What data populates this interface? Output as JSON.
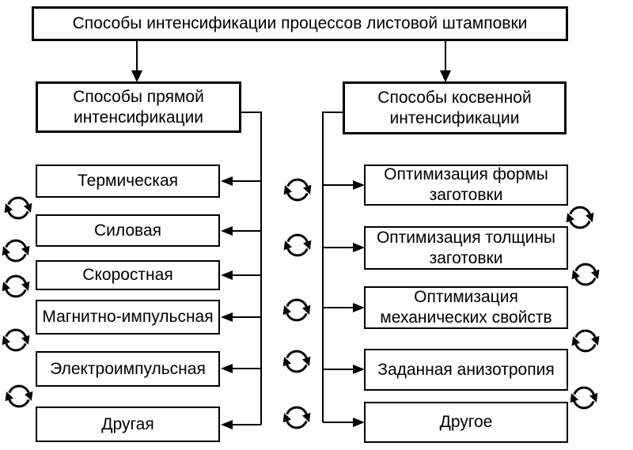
{
  "diagram": {
    "title": "Способы интенсификации процессов листовой штамповки",
    "left_branch": {
      "header": "Способы прямой интенсификации",
      "items": [
        "Термическая",
        "Силовая",
        "Скоростная",
        "Магнитно-импульсная",
        "Электроимпульсная",
        "Другая"
      ]
    },
    "right_branch": {
      "header": "Способы косвенной интенсификации",
      "items": [
        "Оптимизация формы заготовки",
        "Оптимизация толщины заготовки",
        "Оптимизация механических свойств",
        "Заданная анизотропия",
        "Другое"
      ]
    },
    "icons": {
      "cycle": "cycle-arrows-icon"
    },
    "colors": {
      "stroke": "#000000",
      "background": "#ffffff",
      "box_fill": "#ffffff",
      "text": "#000000"
    }
  }
}
